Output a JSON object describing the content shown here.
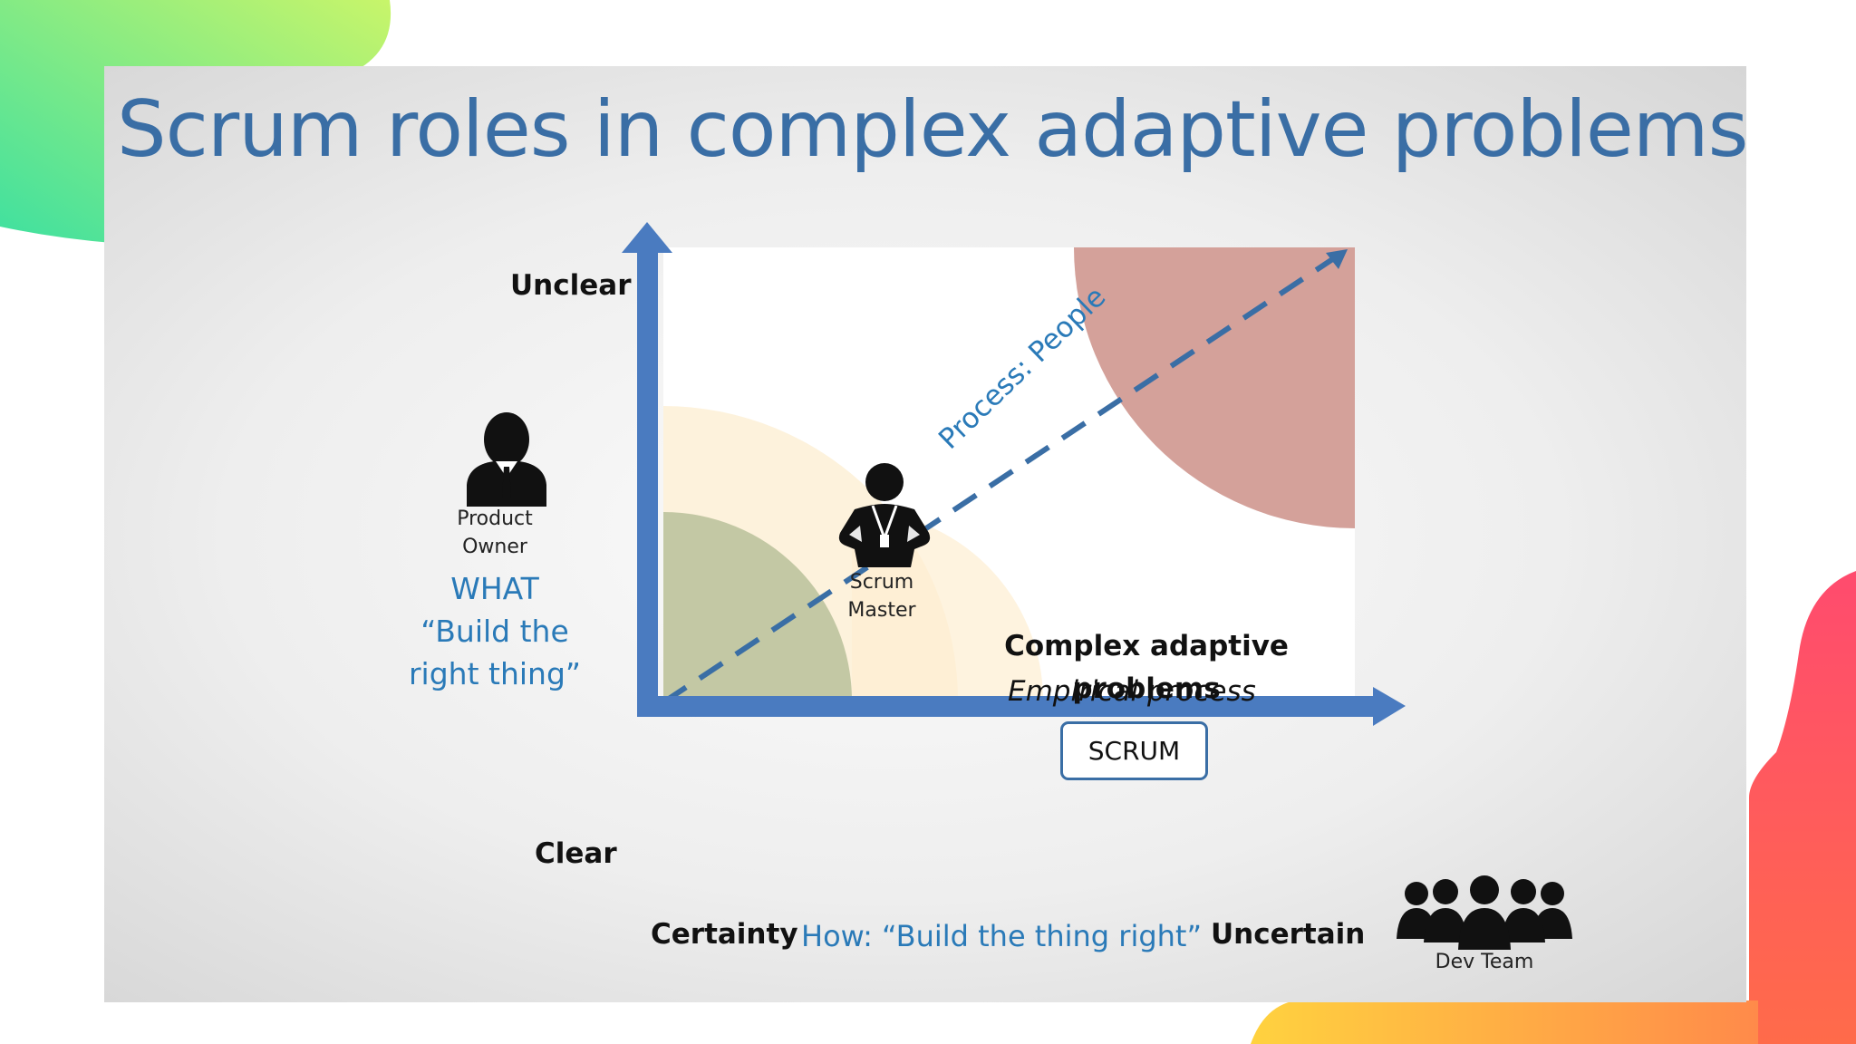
{
  "slide": {
    "title": "Scrum roles in complex adaptive problems"
  },
  "diagram": {
    "y_axis": {
      "top_label": "Unclear",
      "bottom_label": "Clear"
    },
    "x_axis": {
      "left_label": "Certainty",
      "right_label": "Uncertain",
      "middle_label": "How: “Build the thing right”"
    },
    "diagonal_label": "Process: People",
    "product_owner": {
      "name_line1": "Product",
      "name_line2": "Owner",
      "what": "WHAT",
      "quote_line1": "“Build the",
      "quote_line2": "right thing”"
    },
    "scrum_master": {
      "name_line1": "Scrum",
      "name_line2": "Master"
    },
    "dev_team": {
      "name": "Dev Team"
    },
    "complex": {
      "title_line1": "Complex adaptive",
      "title_line2": "problems",
      "subtitle": "Empirical process",
      "badge": "SCRUM"
    },
    "icons": {
      "product_owner": "businessman-icon",
      "scrum_master": "scrum-master-icon",
      "dev_team": "team-icon"
    }
  },
  "colors": {
    "title": "#3a6ea5",
    "axis": "#4a7bc0",
    "accent_text": "#2a7ab8",
    "zone_complex": "#d4a19a",
    "zone_simple": "#c3c8a4",
    "zone_complicated": "#fdf0d6",
    "corner_green": "#3ee0a0",
    "corner_red": "#ff4d6d",
    "corner_yellow": "#ffd23f"
  }
}
